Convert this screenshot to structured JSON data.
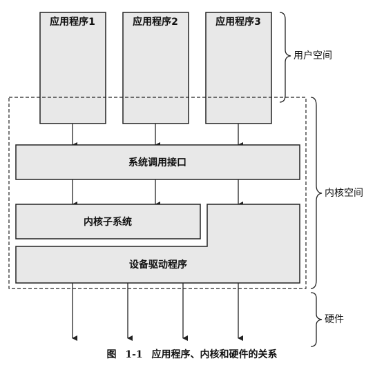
{
  "boxes": {
    "app1": "应用程序1",
    "app2": "应用程序2",
    "app3": "应用程序3",
    "syscall": "系统调用接口",
    "kernel_subsystem": "内核子系统",
    "device_driver": "设备驱动程序"
  },
  "regions": {
    "user_space": "用户空间",
    "kernel_space": "内核空间",
    "hardware": "硬件"
  },
  "caption": "图 1-1 应用程序、内核和硬件的关系",
  "colors": {
    "box_fill": "#e8e8e8",
    "stroke": "#222222"
  }
}
